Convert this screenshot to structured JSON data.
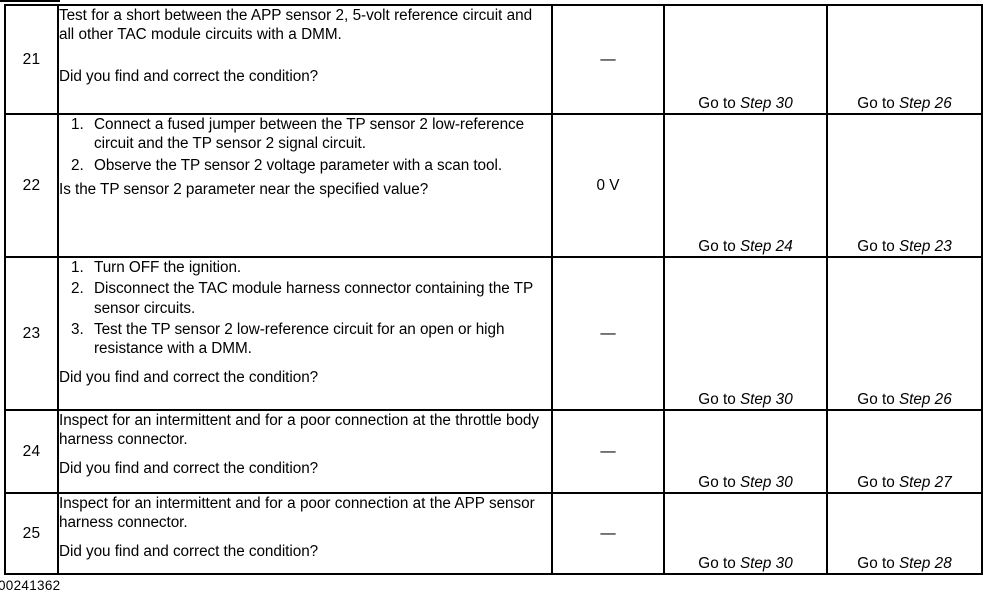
{
  "document": {
    "kind": "diagnostic-procedure-table",
    "caption": "00241362",
    "columns": {
      "step": "",
      "action": "",
      "value": "",
      "yes": "",
      "no": ""
    }
  },
  "rows": [
    {
      "step": "21",
      "paragraphs": [
        "Test for a short between the APP sensor 2, 5-volt reference circuit and all other TAC module circuits with a DMM."
      ],
      "list": [],
      "question": "Did you find and correct the condition?",
      "value": "—",
      "yes": {
        "label": "Go to",
        "step": "Step 30"
      },
      "no": {
        "label": "Go to",
        "step": "Step 26"
      }
    },
    {
      "step": "22",
      "paragraphs": [],
      "list": [
        {
          "num": "1.",
          "text": "Connect a fused jumper between the TP sensor 2 low-reference circuit and the TP sensor 2 signal circuit."
        },
        {
          "num": "2.",
          "text": "Observe the TP sensor 2 voltage parameter with a scan tool."
        }
      ],
      "question": "Is the TP sensor 2 parameter near the specified value?",
      "value": "0 V",
      "yes": {
        "label": "Go to",
        "step": "Step 24"
      },
      "no": {
        "label": "Go to",
        "step": "Step 23"
      }
    },
    {
      "step": "23",
      "paragraphs": [],
      "list": [
        {
          "num": "1.",
          "text": "Turn OFF the ignition."
        },
        {
          "num": "2.",
          "text": "Disconnect the TAC module harness connector containing the TP sensor circuits."
        },
        {
          "num": "3.",
          "text": "Test the TP sensor 2 low-reference circuit for an open or high resistance with a DMM."
        }
      ],
      "question": "Did you find and correct the condition?",
      "value": "—",
      "yes": {
        "label": "Go to",
        "step": "Step 30"
      },
      "no": {
        "label": "Go to",
        "step": "Step 26"
      }
    },
    {
      "step": "24",
      "paragraphs": [
        "Inspect for an intermittent and for a poor connection at the throttle body harness connector."
      ],
      "list": [],
      "question": "Did you find and correct the condition?",
      "value": "—",
      "yes": {
        "label": "Go to",
        "step": "Step 30"
      },
      "no": {
        "label": "Go to",
        "step": "Step 27"
      }
    },
    {
      "step": "25",
      "paragraphs": [
        "Inspect for an intermittent and for a poor connection at the APP sensor harness connector."
      ],
      "list": [],
      "question": "Did you find and correct the condition?",
      "value": "—",
      "yes": {
        "label": "Go to",
        "step": "Step 30"
      },
      "no": {
        "label": "Go to",
        "step": "Step 28"
      }
    }
  ]
}
